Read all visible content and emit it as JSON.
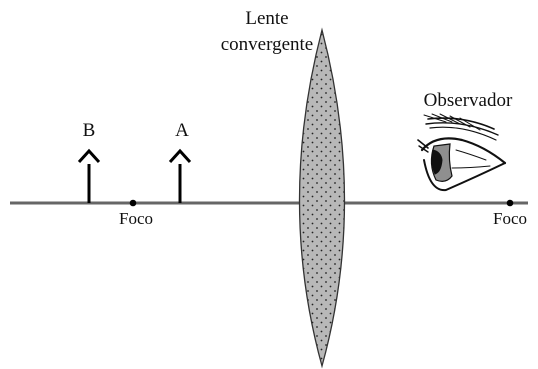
{
  "labels": {
    "lens_line1": "Lente",
    "lens_line2": "convergente",
    "observer": "Observador",
    "object_b": "B",
    "object_a": "A",
    "focus_left": "Foco",
    "focus_right": "Foco"
  },
  "colors": {
    "axis": "#666666",
    "lens_fill": "#b8b8b8",
    "lens_stroke": "#333333",
    "arrow": "#000000",
    "text": "#111111"
  },
  "icons": {
    "observer": "eye-icon"
  }
}
